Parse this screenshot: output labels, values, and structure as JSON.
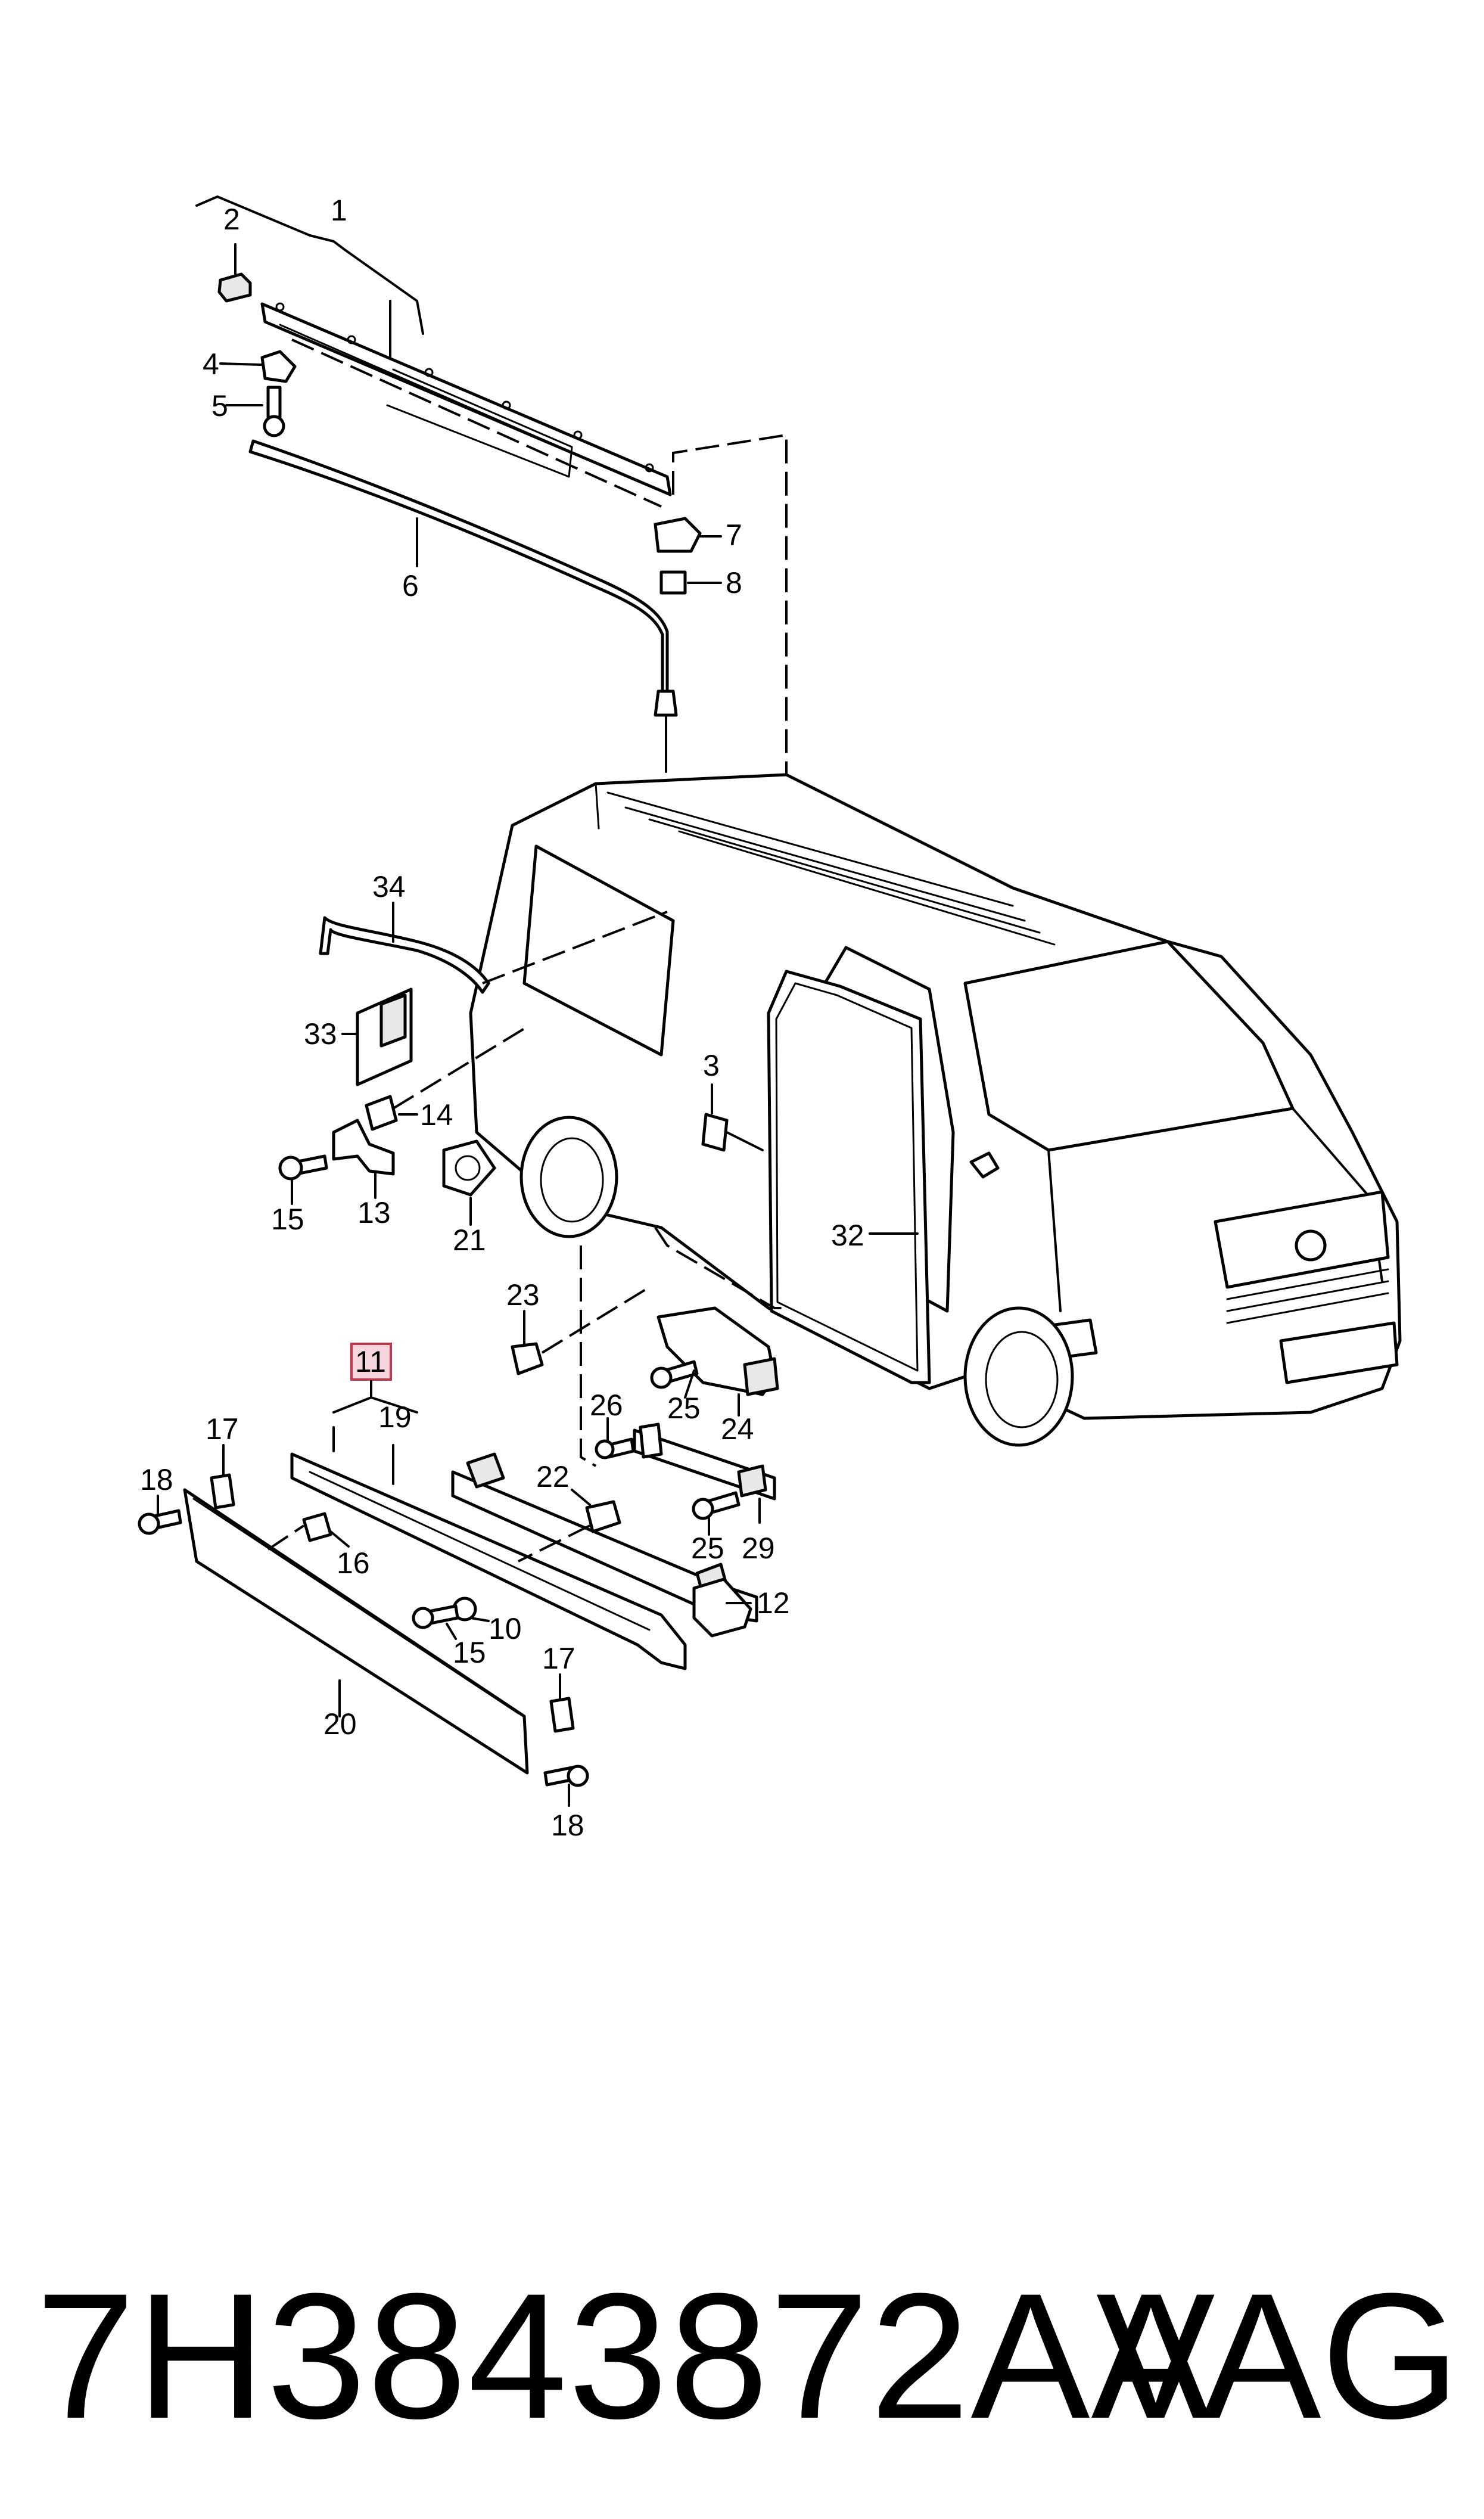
{
  "diagram": {
    "callouts": {
      "c1": "1",
      "c2": "2",
      "c3": "3",
      "c4": "4",
      "c5": "5",
      "c6": "6",
      "c7": "7",
      "c8": "8",
      "c10": "10",
      "c11": "11",
      "c12": "12",
      "c13": "13",
      "c14": "14",
      "c15a": "15",
      "c15b": "15",
      "c16": "16",
      "c17a": "17",
      "c17b": "17",
      "c18a": "18",
      "c18b": "18",
      "c19": "19",
      "c20": "20",
      "c21": "21",
      "c22": "22",
      "c23": "23",
      "c24": "24",
      "c25a": "25",
      "c25b": "25",
      "c26": "26",
      "c29": "29",
      "c32": "32",
      "c33": "33",
      "c34": "34"
    },
    "highlighted_callout": "11",
    "highlight_color": "#f6d6dc"
  },
  "footer": {
    "part_number": "7H3843872AA",
    "brand": "VAG"
  }
}
